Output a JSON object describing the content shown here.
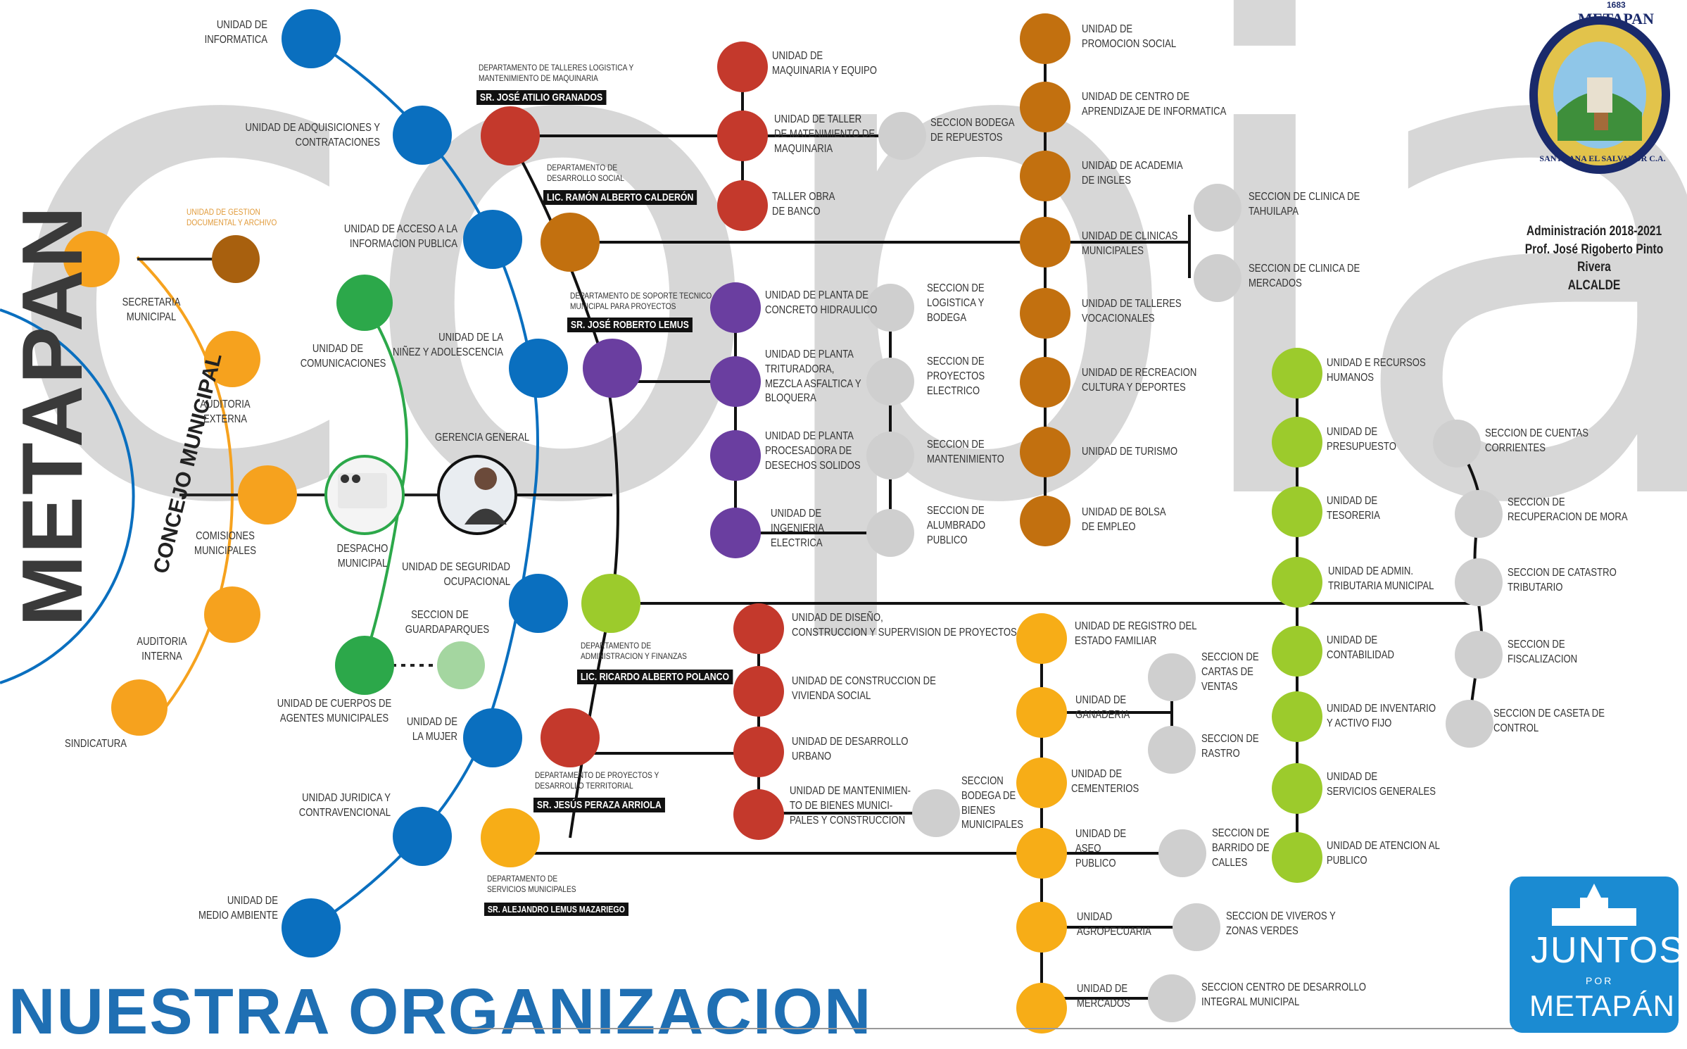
{
  "title": "NUESTRA ORGANIZACION",
  "side_label": "METAPAN",
  "council_label": "CONCEJO MUNICIPAL",
  "watermark": "copia",
  "admin_text": "Administración 2018-2021\nProf. José Rigoberto Pinto Rivera\nALCALDE",
  "logo": {
    "top_text": "METAPAN",
    "year": "1683",
    "bottom_text": "SANTA ANA EL SALVADOR C.A."
  },
  "badge": {
    "line1": "JUNTOS",
    "line2": "POR",
    "line3": "METAPÁN"
  },
  "colors": {
    "blue": "#0a6fbf",
    "green": "#2ca84a",
    "orange": "#f6a21e",
    "brown": "#c2700f",
    "red": "#c4392c",
    "purple": "#6a3ea0",
    "lime": "#9ccb2c",
    "amber": "#f7ad17",
    "gray": "#cfcfcf",
    "lightgreen": "#a4d6a0",
    "darkorange": "#a8600e"
  },
  "council": [
    {
      "label": "SECRETARIA\nMUNICIPAL"
    },
    {
      "label": "UNIDAD DE GESTION\nDOCUMENTAL Y ARCHIVO"
    },
    {
      "label": "AUDITORIA\nEXTERNA"
    },
    {
      "label": "COMISIONES\nMUNICIPALES"
    },
    {
      "label": "AUDITORIA\nINTERNA"
    },
    {
      "label": "SINDICATURA"
    }
  ],
  "center": {
    "despacho": "DESPACHO\nMUNICIPAL",
    "gerencia": "GERENCIA GENERAL",
    "comunicaciones": "UNIDAD DE\nCOMUNICACIONES",
    "guardaparques": "SECCION DE\nGUARDAPARQUES",
    "agentes": "UNIDAD DE CUERPOS DE\nAGENTES MUNICIPALES"
  },
  "blue_units": [
    "UNIDAD DE\nINFORMATICA",
    "UNIDAD DE ADQUISICIONES Y\nCONTRATACIONES",
    "UNIDAD DE ACCESO A LA\nINFORMACION PUBLICA",
    "UNIDAD DE LA\nNIÑEZ Y ADOLESCENCIA",
    "UNIDAD DE SEGURIDAD\nOCUPACIONAL",
    "UNIDAD DE\nLA MUJER",
    "UNIDAD JURIDICA Y\nCONTRAVENCIONAL",
    "UNIDAD DE\nMEDIO AMBIENTE"
  ],
  "departments": {
    "talleres": {
      "title": "DEPARTAMENTO DE TALLERES LOGISTICA Y\nMANTENIMIENTO DE MAQUINARIA",
      "head": "SR. JOSÉ ATILIO GRANADOS"
    },
    "social": {
      "title": "DEPARTAMENTO DE\nDESARROLLO SOCIAL",
      "head": "LIC. RAMÓN ALBERTO CALDERÓN"
    },
    "soporte": {
      "title": "DEPARTAMENTO DE SOPORTE TECNICO\nMUNICIPAL PARA PROYECTOS",
      "head": "SR. JOSÉ ROBERTO LEMUS"
    },
    "admin": {
      "title": "DEPARTAMENTO DE\nADMINISTRACION Y FINANZAS",
      "head": "LIC. RICARDO ALBERTO POLANCO"
    },
    "proyectos": {
      "title": "DEPARTAMENTO DE PROYECTOS Y\nDESARROLLO TERRITORIAL",
      "head": "SR. JESÚS PERAZA ARRIOLA"
    },
    "servicios": {
      "title": "DEPARTAMENTO DE\nSERVICIOS MUNICIPALES",
      "head": "SR. ALEJANDRO LEMUS MAZARIEGO"
    }
  },
  "talleres_units": [
    "UNIDAD DE\nMAQUINARIA Y EQUIPO",
    "UNIDAD DE TALLER\nDE MATENIMIENTO DE\nMAQUINARIA",
    "TALLER OBRA\nDE BANCO"
  ],
  "talleres_sections": [
    "SECCION BODEGA\nDE REPUESTOS"
  ],
  "social_units": [
    "UNIDAD DE\nPROMOCION SOCIAL",
    "UNIDAD DE CENTRO DE\nAPRENDIZAJE DE INFORMATICA",
    "UNIDAD DE ACADEMIA\nDE INGLES",
    "UNIDAD DE CLINICAS\nMUNICIPALES",
    "UNIDAD DE TALLERES\nVOCACIONALES",
    "UNIDAD DE RECREACION\nCULTURA Y DEPORTES",
    "UNIDAD DE TURISMO",
    "UNIDAD DE BOLSA\nDE EMPLEO"
  ],
  "clinic_sections": [
    "SECCION DE CLINICA DE\nTAHUILAPA",
    "SECCION DE CLINICA DE\nMERCADOS"
  ],
  "soporte_units": [
    "UNIDAD DE PLANTA DE\nCONCRETO HIDRAULICO",
    "UNIDAD DE PLANTA\nTRITURADORA,\nMEZCLA ASFALTICA Y\nBLOQUERA",
    "UNIDAD DE PLANTA\nPROCESADORA DE\nDESECHOS SOLIDOS",
    "UNIDAD DE\nINGENIERIA\nELECTRICA"
  ],
  "soporte_sections": [
    "SECCION DE\nLOGISTICA Y\nBODEGA",
    "SECCION DE\nPROYECTOS\nELECTRICO",
    "SECCION DE\nMANTENIMIENTO",
    "SECCION DE\nALUMBRADO\nPUBLICO"
  ],
  "proyectos_units": [
    "UNIDAD DE DISEÑO,\nCONSTRUCCION Y SUPERVISION DE PROYECTOS",
    "UNIDAD DE CONSTRUCCION DE\nVIVIENDA SOCIAL",
    "UNIDAD DE DESARROLLO\nURBANO",
    "UNIDAD DE MANTENIMIEN-\nTO DE BIENES MUNICI-\nPALES Y CONSTRUCCION"
  ],
  "proyectos_sections": [
    "SECCION\nBODEGA DE\nBIENES\nMUNICIPALES"
  ],
  "servicios_units": [
    "UNIDAD DE REGISTRO DEL\nESTADO FAMILIAR",
    "UNIDAD DE\nGANADERIA",
    "UNIDAD DE\nCEMENTERIOS",
    "UNIDAD DE\nASEO\nPUBLICO",
    "UNIDAD\nAGROPECUARIA",
    "UNIDAD DE\nMERCADOS"
  ],
  "servicios_sections": [
    "SECCION DE\nCARTAS DE\nVENTAS",
    "SECCION DE\nRASTRO",
    "SECCION DE\nBARRIDO DE\nCALLES",
    "SECCION DE VIVEROS Y\nZONAS VERDES",
    "SECCION CENTRO DE DESARROLLO\nINTEGRAL MUNICIPAL"
  ],
  "admin_units": [
    "UNIDAD E RECURSOS\nHUMANOS",
    "UNIDAD DE\nPRESUPUESTO",
    "UNIDAD DE\nTESORERIA",
    "UNIDAD DE ADMIN.\nTRIBUTARIA MUNICIPAL",
    "UNIDAD DE\nCONTABILIDAD",
    "UNIDAD DE INVENTARIO\nY ACTIVO FIJO",
    "UNIDAD DE\nSERVICIOS GENERALES",
    "UNIDAD DE ATENCION AL\nPUBLICO"
  ],
  "tributaria_sections": [
    "SECCION DE CUENTAS\nCORRIENTES",
    "SECCION DE\nRECUPERACION DE MORA",
    "SECCION DE CATASTRO\nTRIBUTARIO",
    "SECCION DE\nFISCALIZACION",
    "SECCION DE CASETA DE\nCONTROL"
  ]
}
